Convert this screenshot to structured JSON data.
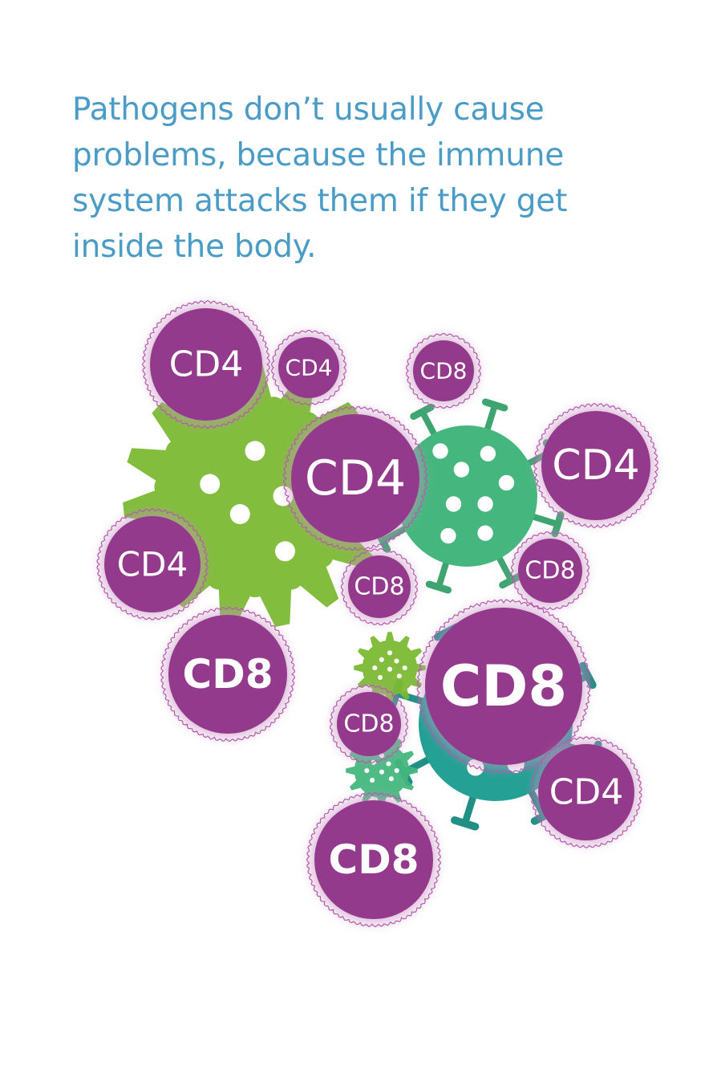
{
  "headline": "Pathogens don’t usually cause problems, because the immune system attacks them if they get inside the body.",
  "colors": {
    "text": "#4a9cc7",
    "immune_cell": "#943a8c",
    "immune_cell_edge": "#b25cab",
    "immune_cell_glow": "#c88cc3",
    "pathogen_lime": "#7bb933",
    "pathogen_green": "#45b77e",
    "pathogen_teal": "#24a094"
  },
  "pathogens": [
    {
      "name": "large-lime-pathogen",
      "color": "lime",
      "icon": "spiky-germ-icon"
    },
    {
      "name": "large-green-virus",
      "color": "green",
      "icon": "virus-icon"
    },
    {
      "name": "teal-virus",
      "color": "teal",
      "icon": "virus-icon"
    },
    {
      "name": "small-lime-germ",
      "color": "lime",
      "icon": "spiky-germ-icon"
    },
    {
      "name": "small-green-germ",
      "color": "green",
      "icon": "spiky-germ-icon"
    }
  ],
  "immune_cells": [
    {
      "label": "CD4",
      "icon": "cd4-t-cell-icon"
    },
    {
      "label": "CD4",
      "icon": "cd4-t-cell-icon"
    },
    {
      "label": "CD8",
      "icon": "cd8-t-cell-icon"
    },
    {
      "label": "CD4",
      "icon": "cd4-t-cell-icon"
    },
    {
      "label": "CD4",
      "icon": "cd4-t-cell-icon"
    },
    {
      "label": "CD4",
      "icon": "cd4-t-cell-icon"
    },
    {
      "label": "CD8",
      "icon": "cd8-t-cell-icon"
    },
    {
      "label": "CD8",
      "icon": "cd8-t-cell-icon"
    },
    {
      "label": "CD8",
      "icon": "cd8-t-cell-icon"
    },
    {
      "label": "CD8",
      "icon": "cd8-t-cell-icon"
    },
    {
      "label": "CD8",
      "icon": "cd8-t-cell-icon"
    },
    {
      "label": "CD4",
      "icon": "cd4-t-cell-icon"
    },
    {
      "label": "CD8",
      "icon": "cd8-t-cell-icon"
    }
  ]
}
